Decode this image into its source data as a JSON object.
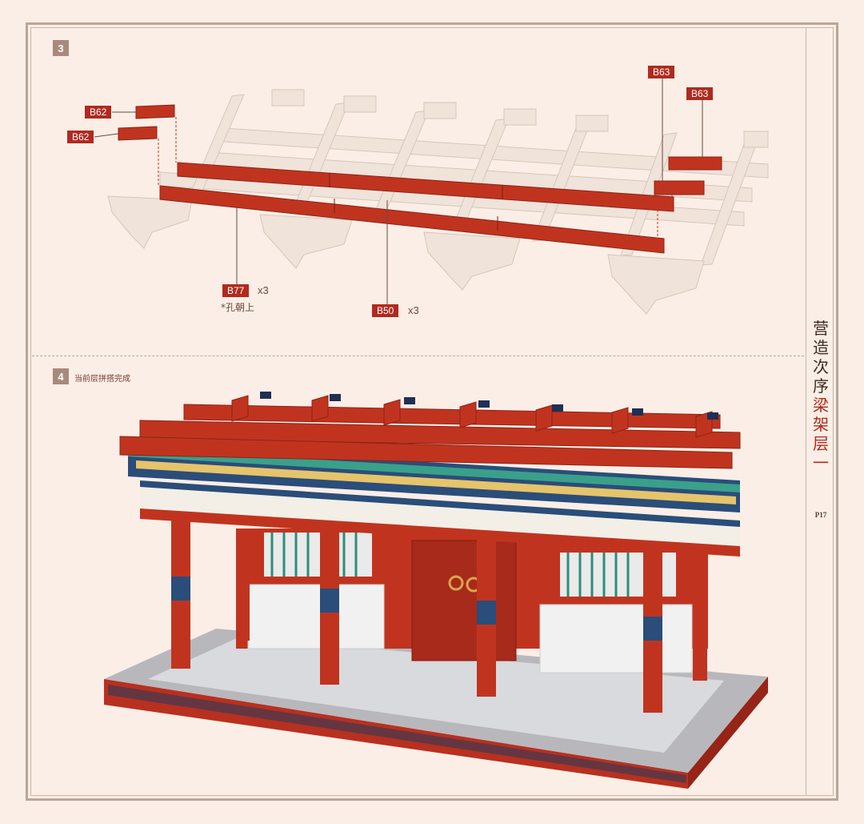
{
  "steps": [
    {
      "number": "3",
      "title": ""
    },
    {
      "number": "4",
      "title": "当前层拼搭完成"
    }
  ],
  "parts": {
    "b62_a": "B62",
    "b62_b": "B62",
    "b63_a": "B63",
    "b63_b": "B63",
    "b77": "B77",
    "b50": "B50"
  },
  "quantities": {
    "b77_qty": "x3",
    "b50_qty": "x3"
  },
  "notes": {
    "b77_note": "*孔朝上"
  },
  "side_title": {
    "line1": [
      "营",
      "造",
      "次",
      "序"
    ],
    "line2": [
      "梁",
      "架",
      "层",
      "一"
    ]
  },
  "page_number": "P17",
  "colors": {
    "background": "#fbeee6",
    "accent_red": "#b02a1e",
    "frame": "#b9a799",
    "badge": "#a78a7b"
  }
}
